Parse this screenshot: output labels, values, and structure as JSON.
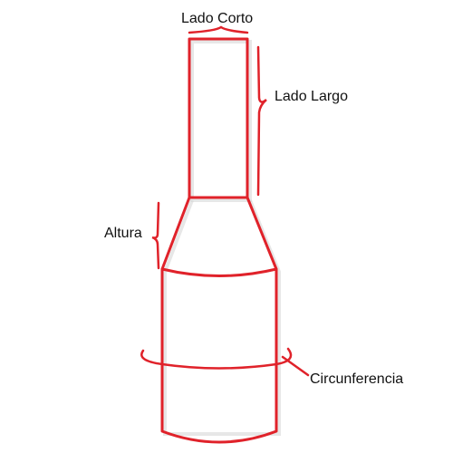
{
  "labels": {
    "short_side": "Lado Corto",
    "long_side": "Lado Largo",
    "height": "Altura",
    "circumference": "Circunferencia"
  },
  "colors": {
    "outline": "#e0222a",
    "text": "#111111"
  }
}
